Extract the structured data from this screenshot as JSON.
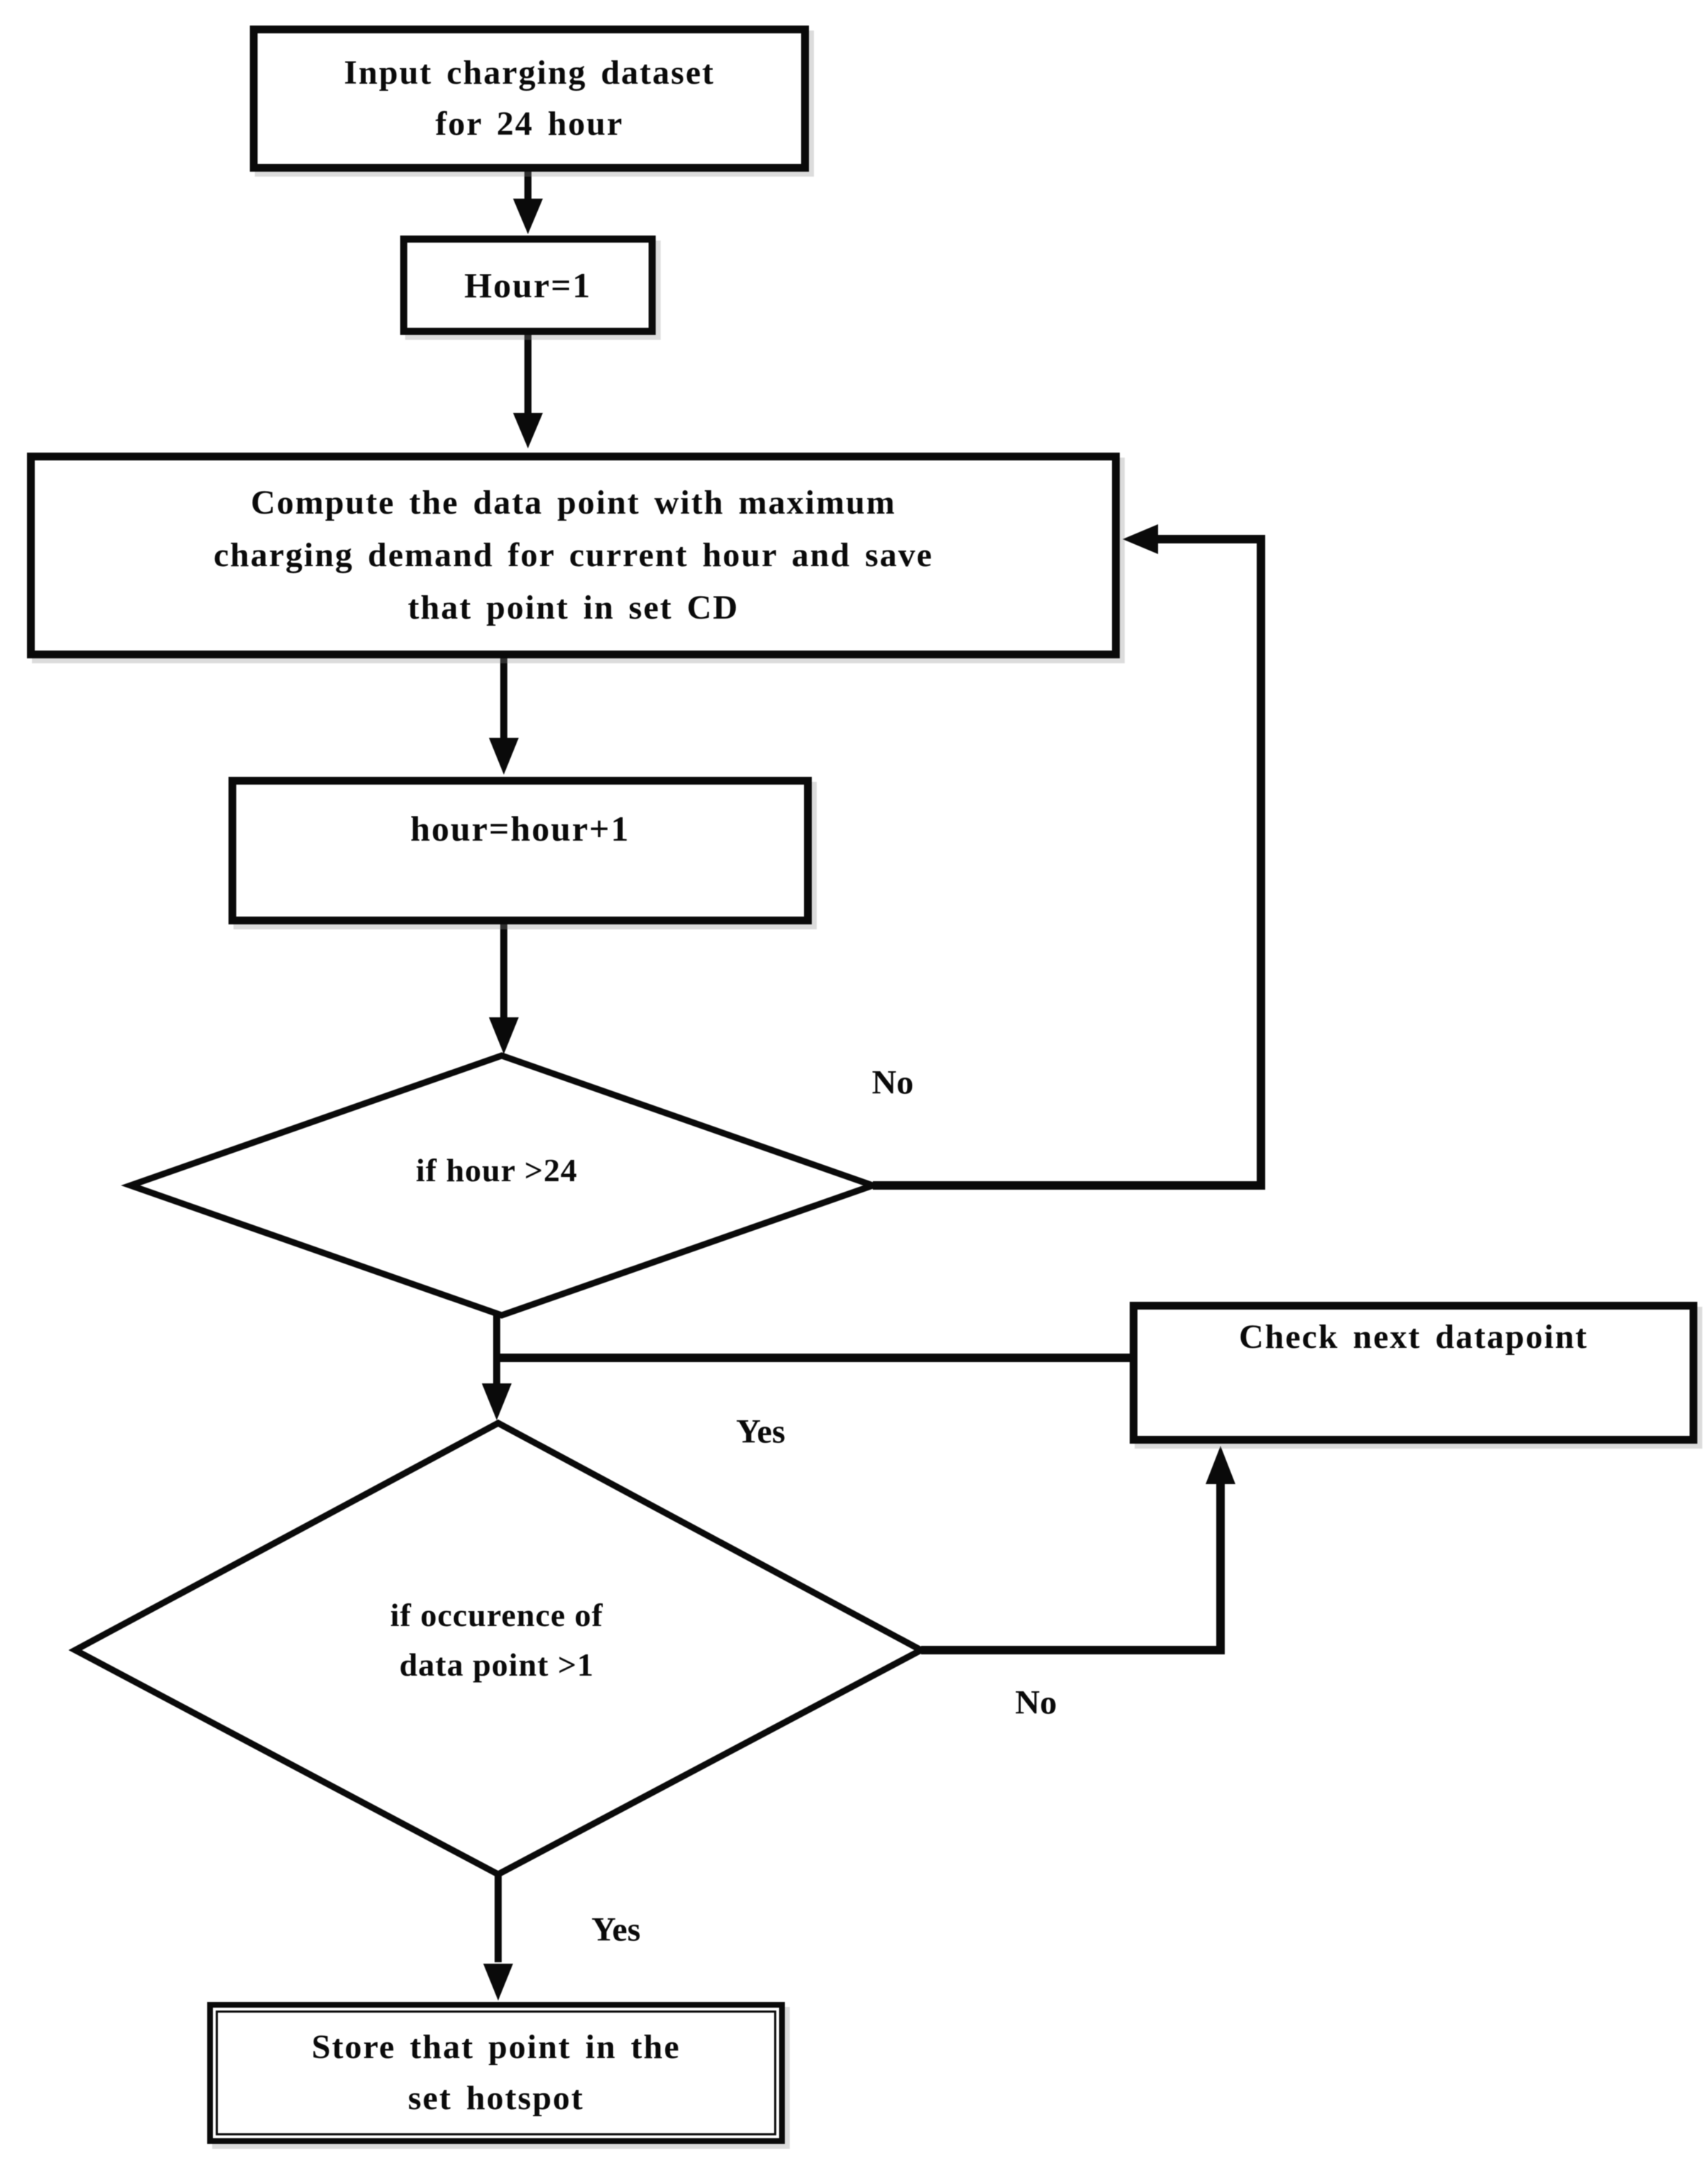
{
  "figure": {
    "type": "flowchart",
    "background_color": "#ffffff",
    "stroke_color": "#0a0a0a",
    "text_color": "#0a0a0a"
  },
  "nodes": {
    "input_dataset": {
      "lines": [
        "Input charging dataset",
        "for 24 hour"
      ]
    },
    "hour_init": {
      "label": "Hour=1"
    },
    "compute_max": {
      "lines": [
        "Compute the data point with maximum",
        "charging demand for current hour and save",
        "that point in set CD"
      ]
    },
    "increment_hour": {
      "label": "hour=hour+1"
    },
    "decision_hour": {
      "label": "if hour >24"
    },
    "check_next": {
      "label": "Check next datapoint"
    },
    "decision_occurrence": {
      "lines": [
        "if occurence of",
        "data point >1"
      ]
    },
    "store_hotspot": {
      "lines": [
        "Store that point in the",
        "set hotspot"
      ]
    }
  },
  "edge_labels": {
    "hour_no": "No",
    "hour_yes": "Yes",
    "occurrence_no": "No",
    "occurrence_yes": "Yes"
  }
}
